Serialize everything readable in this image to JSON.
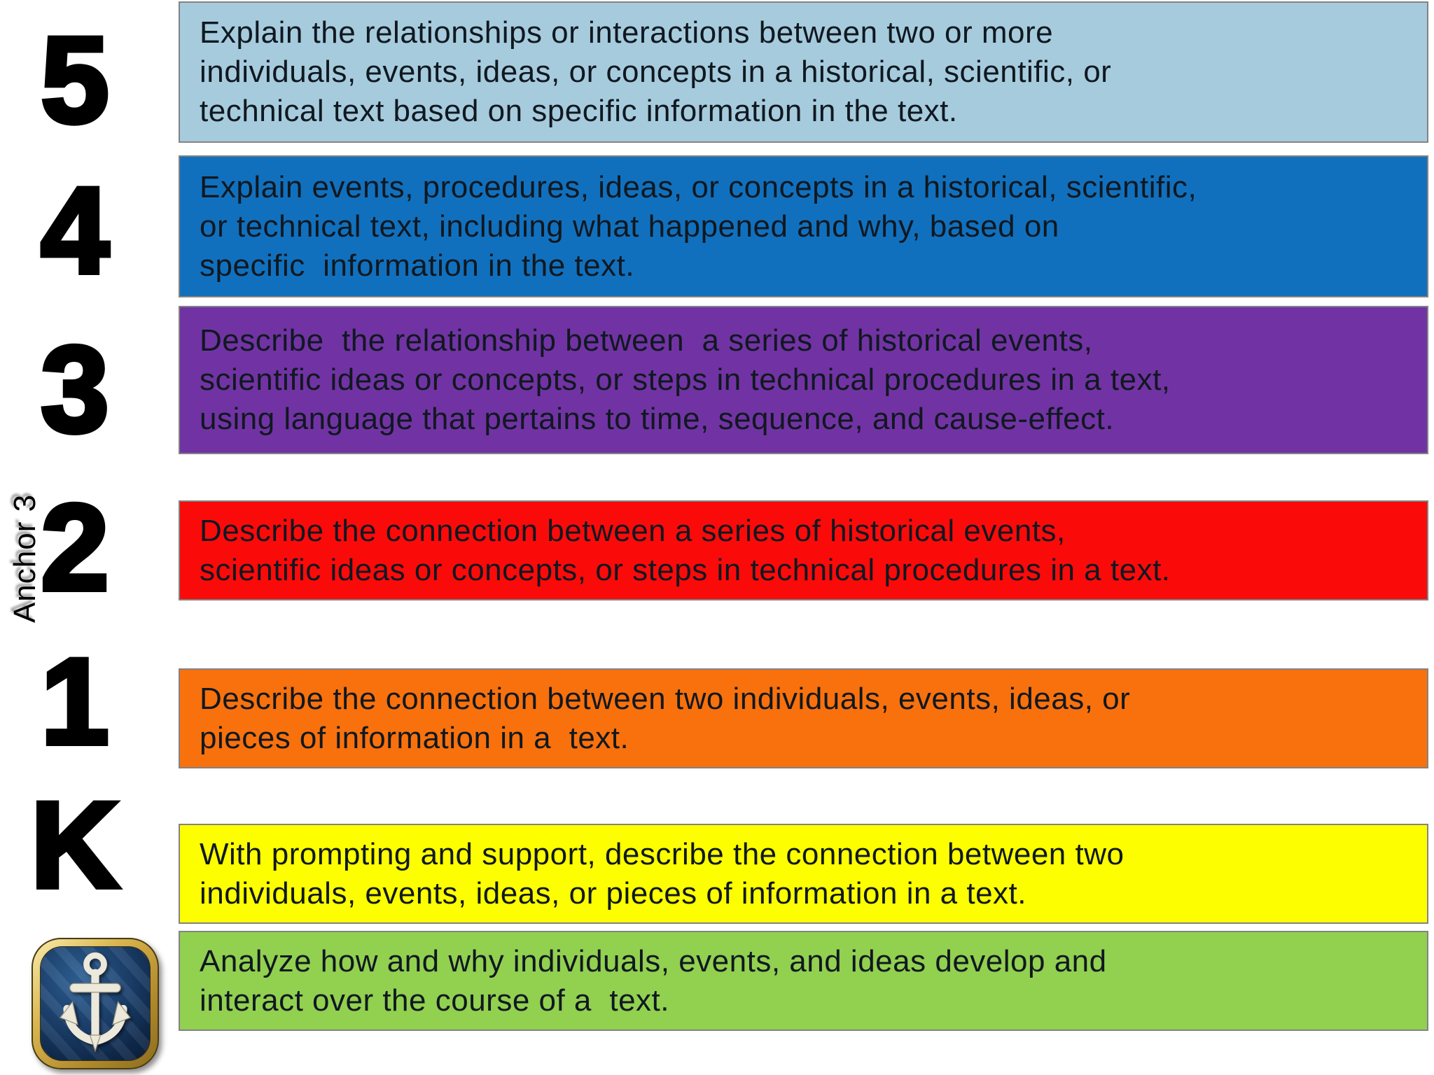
{
  "page": {
    "background": "#ffffff",
    "border_color": "#838383",
    "body_text_color": "#101820",
    "number_color": "#000000"
  },
  "sidebar": {
    "rotated_label": "Anchor 3"
  },
  "anchor_icon": {
    "name": "anchor-icon",
    "border_color": "#c9a43c",
    "background_color": "#14365e",
    "glyph_color": "#ece8da"
  },
  "rows": [
    {
      "id": "5",
      "label": "5",
      "has_icon": false,
      "color": "#a6cbdd",
      "lines": [
        "Explain the relationships or interactions between two or more",
        "individuals, events, ideas, or concepts in a historical, scientific, or",
        "technical text based on specific information in the text."
      ]
    },
    {
      "id": "4",
      "label": "4",
      "has_icon": false,
      "color": "#1170bd",
      "lines": [
        "Explain events, procedures, ideas, or concepts in a historical, scientific,",
        "or technical text, including what happened and why, based on",
        "specific  information in the text."
      ]
    },
    {
      "id": "3",
      "label": "3",
      "has_icon": false,
      "color": "#7133a3",
      "lines": [
        "Describe  the relationship between  a series of historical events,",
        "scientific ideas or concepts, or steps in technical procedures in a text,",
        "using language that pertains to time, sequence, and cause-effect."
      ]
    },
    {
      "id": "2",
      "label": "2",
      "has_icon": false,
      "color": "#fb0a0a",
      "lines": [
        "Describe the connection between a series of historical events,",
        "scientific ideas or concepts, or steps in technical procedures in a text."
      ]
    },
    {
      "id": "1",
      "label": "1",
      "has_icon": false,
      "color": "#f8710d",
      "lines": [
        "Describe the connection between two individuals, events, ideas, or",
        "pieces of information in a  text."
      ]
    },
    {
      "id": "K",
      "label": "K",
      "has_icon": false,
      "color": "#fdff00",
      "lines": [
        "With prompting and support, describe the connection between two",
        "individuals, events, ideas, or pieces of information in a text."
      ]
    },
    {
      "id": "anchor",
      "label": "",
      "has_icon": true,
      "color": "#92d050",
      "lines": [
        "Analyze how and why individuals, events, and ideas develop and",
        "interact over the course of a  text."
      ]
    }
  ]
}
